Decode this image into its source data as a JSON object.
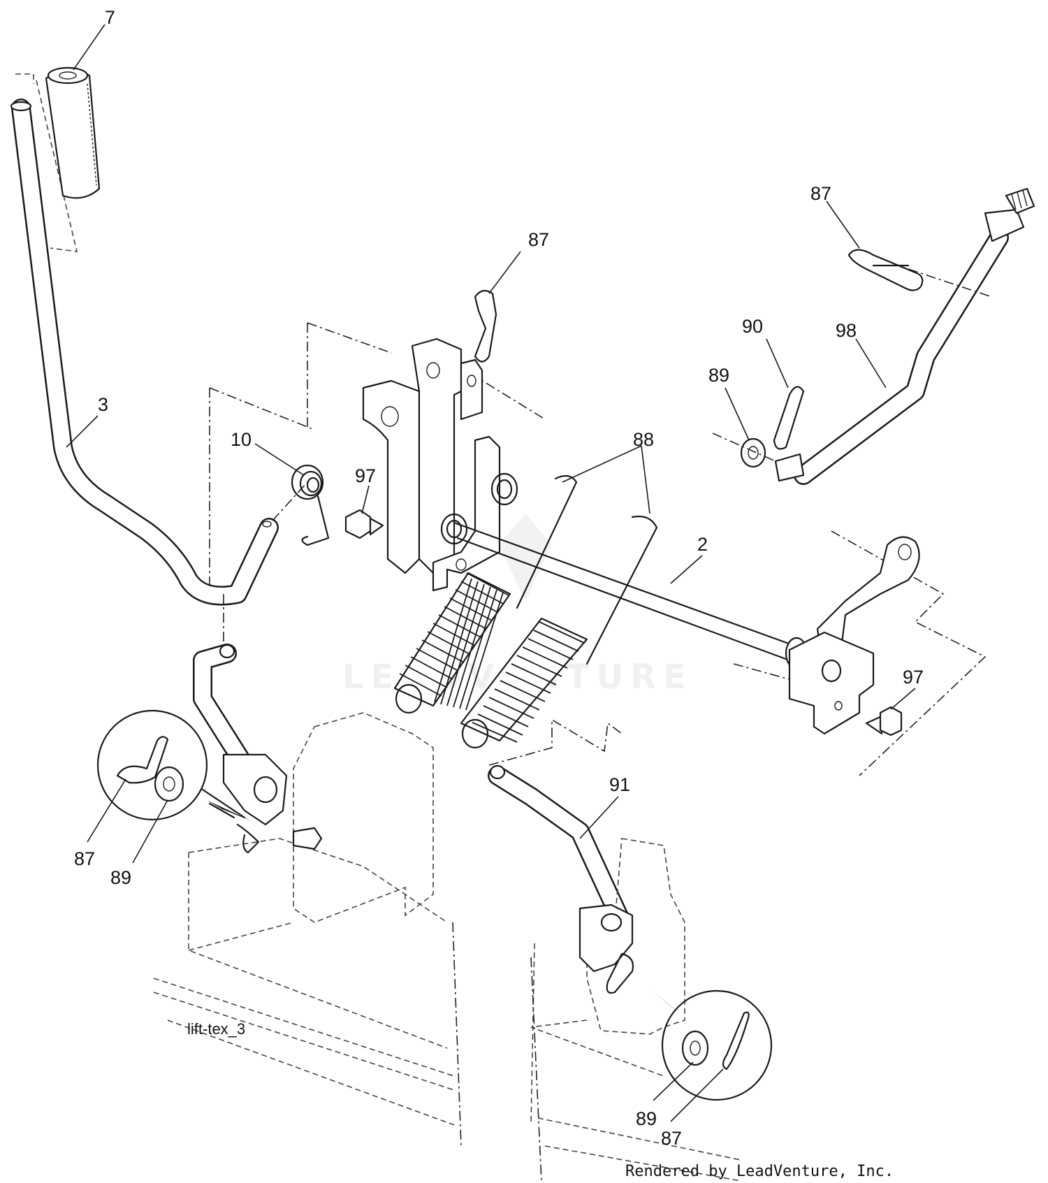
{
  "diagram": {
    "callouts": [
      {
        "id": "c7",
        "text": "7"
      },
      {
        "id": "c87a",
        "text": "87"
      },
      {
        "id": "c87b",
        "text": "87"
      },
      {
        "id": "c3",
        "text": "3"
      },
      {
        "id": "c10",
        "text": "10"
      },
      {
        "id": "c97a",
        "text": "97"
      },
      {
        "id": "c88",
        "text": "88"
      },
      {
        "id": "c90",
        "text": "90"
      },
      {
        "id": "c98",
        "text": "98"
      },
      {
        "id": "c89a",
        "text": "89"
      },
      {
        "id": "c2",
        "text": "2"
      },
      {
        "id": "c97b",
        "text": "97"
      },
      {
        "id": "c91",
        "text": "91"
      },
      {
        "id": "c87c",
        "text": "87"
      },
      {
        "id": "c89b",
        "text": "89"
      },
      {
        "id": "c89c",
        "text": "89"
      },
      {
        "id": "c87d",
        "text": "87"
      }
    ],
    "caption": "lift-tex_3",
    "credit": "Rendered by LeadVenture, Inc.",
    "watermark": "LEADVENTURE"
  }
}
